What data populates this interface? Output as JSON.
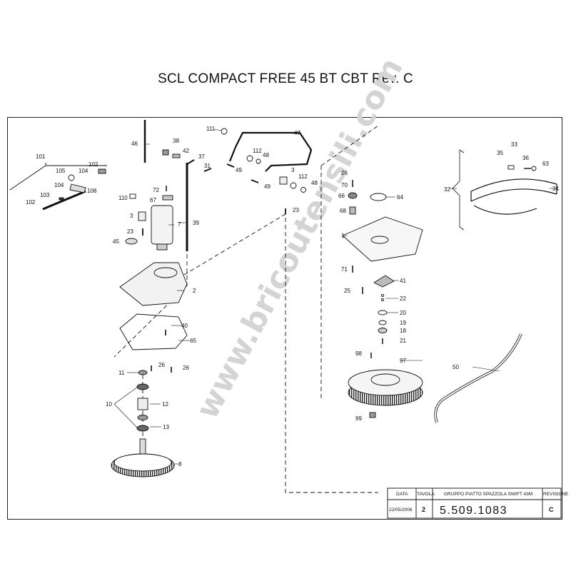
{
  "title": "SCL COMPACT FREE 45 BT CBT Rev. C",
  "watermark": "www.bricoutensili.com",
  "parts": {
    "p101": "101",
    "p102a": "102",
    "p102b": "102",
    "p103": "103",
    "p104a": "104",
    "p104b": "104",
    "p105": "105",
    "p108": "108",
    "p46": "46",
    "p38": "38",
    "p42": "42",
    "p37": "37",
    "p31": "31",
    "p111": "111",
    "p47": "47",
    "p112a": "112",
    "p48a": "48",
    "p49a": "49",
    "p3a": "3",
    "p112b": "112",
    "p48b": "48",
    "p49b": "49",
    "p23a": "23",
    "p110": "110",
    "p72": "72",
    "p67": "67",
    "p3b": "3",
    "p7": "7",
    "p39": "39",
    "p23b": "23",
    "p45": "45",
    "p2": "2",
    "p40": "40",
    "p65": "65",
    "p26a": "26",
    "p26b": "26",
    "p11": "11",
    "p10": "10",
    "p12": "12",
    "p13": "13",
    "p8": "8",
    "p26c": "26",
    "p70": "70",
    "p66": "66",
    "p64": "64",
    "p68": "68",
    "p1": "1",
    "p71": "71",
    "p41": "41",
    "p25": "25",
    "p22": "22",
    "p20": "20",
    "p19": "19",
    "p18": "18",
    "p21": "21",
    "p98": "98",
    "p97": "97",
    "p99": "99",
    "p33": "33",
    "p35": "35",
    "p36": "36",
    "p63": "63",
    "p32": "32",
    "p34": "34",
    "p50": "50"
  },
  "title_block": {
    "date_header": "DATA",
    "sheet_header": "TAVOLA",
    "description": "GRUPPO PIATTO SPAZZOLA SWIFT 43M",
    "revision_header": "REVISIONE",
    "date": "22/05/2006",
    "sheet": "2",
    "drawing_number": "5.509.1083",
    "revision": "C"
  }
}
